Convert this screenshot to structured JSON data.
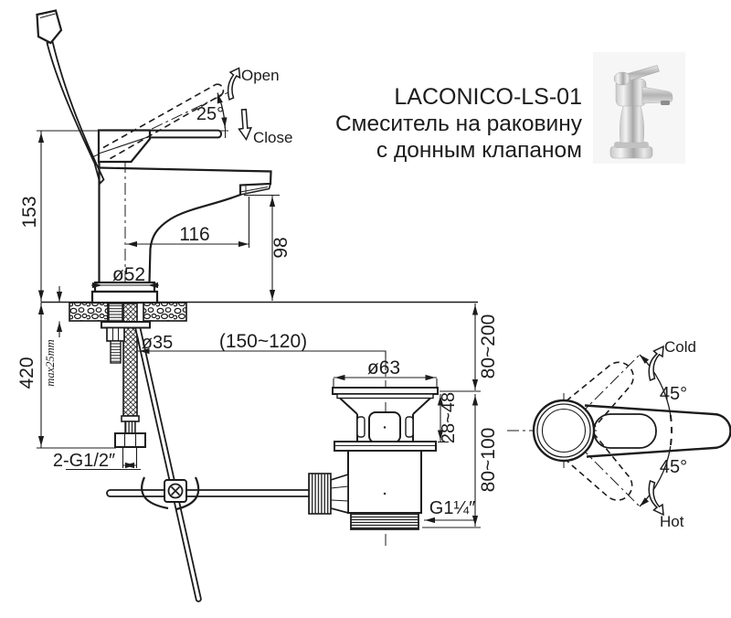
{
  "title": {
    "model": "LACONICO-LS-01",
    "subtitle1": "Смеситель на раковину",
    "subtitle2": "с донным клапаном"
  },
  "side_view": {
    "open": "Open",
    "close": "Close",
    "handle_angle": "25°",
    "dims": {
      "height": "153",
      "reach": "116",
      "spout_height": "98",
      "base_dia": "ø52",
      "hole_dia": "ø35",
      "under_length": "420",
      "max_thickness": "max25mm",
      "hose_thread": "2-G1/2″",
      "center_offset": "(150~120)"
    }
  },
  "drain_view": {
    "dims": {
      "flange_dia": "ø63",
      "clamp_range": "28~48",
      "range_upper": "80~200",
      "range_lower": "80~100",
      "outlet_thread": "G1¼″"
    }
  },
  "top_view": {
    "cold": "Cold",
    "hot": "Hot",
    "angle_cold": "45°",
    "angle_hot": "45°"
  },
  "colors": {
    "line": "#1c1c1c",
    "background": "#ffffff"
  }
}
